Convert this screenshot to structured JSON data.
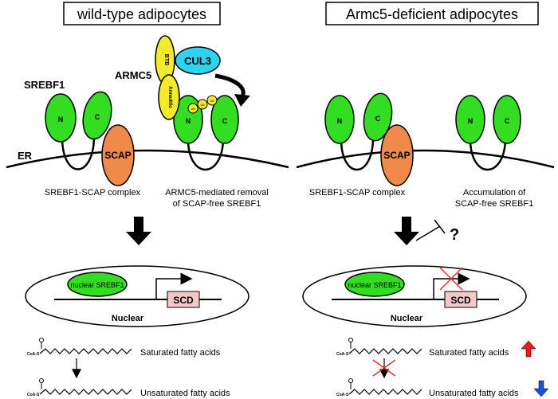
{
  "panels": {
    "left_title": "wild-type adipocytes",
    "right_title": "Armc5-deficient adipocytes"
  },
  "labels": {
    "srebf1": "SREBF1",
    "armc5": "ARMC5",
    "cul3": "CUL3",
    "btb": "BTB",
    "armadillo": "Armadillo",
    "n": "N",
    "c": "C",
    "scap": "SCAP",
    "er": "ER",
    "ub": "Ub",
    "complex": "SREBF1-SCAP complex",
    "removal_line1": "ARMC5-mediated removal",
    "removal_line2": "of SCAP-free SREBF1",
    "accum_line1": "Accumulation of",
    "accum_line2": "SCAP-free SREBF1",
    "question": "?",
    "nuclear_srebf1": "nuclear SREBF1",
    "scd": "SCD",
    "nuclear": "Nuclear",
    "coa": "CoA-S",
    "saturated": "Saturated fatty acids",
    "unsaturated": "Unsaturated fatty acids"
  },
  "colors": {
    "green": "#33dd22",
    "scap_orange": "#f08a4b",
    "armc5_yellow": "#f2ea2a",
    "cul3_cyan": "#2fd3ee",
    "scd_pink": "#f5c8c8",
    "up_arrow": "#e51a1a",
    "down_arrow": "#1a4fe0",
    "cross_red": "#e53030"
  }
}
